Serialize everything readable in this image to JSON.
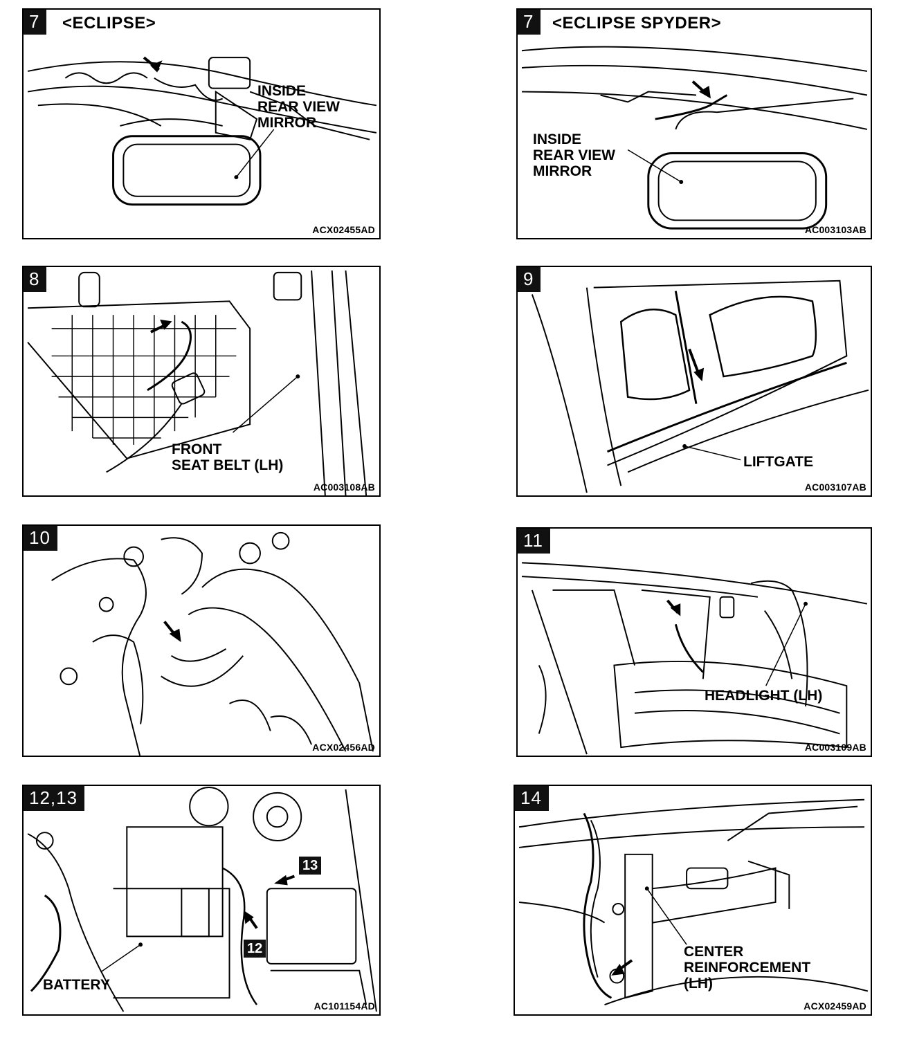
{
  "panels": [
    {
      "step": "7",
      "title": "<ECLIPSE>",
      "label": "INSIDE\nREAR VIEW\nMIRROR",
      "code": "ACX02455AD"
    },
    {
      "step": "7",
      "title": "<ECLIPSE SPYDER>",
      "label": "INSIDE\nREAR VIEW\nMIRROR",
      "code": "AC003103AB"
    },
    {
      "step": "8",
      "label": "FRONT\nSEAT BELT (LH)",
      "code": "AC003108AB"
    },
    {
      "step": "9",
      "label": "LIFTGATE",
      "code": "AC003107AB"
    },
    {
      "step": "10",
      "code": "ACX02456AD"
    },
    {
      "step": "11",
      "label": "HEADLIGHT (LH)",
      "code": "AC003109AB"
    },
    {
      "step": "12,13",
      "label": "BATTERY",
      "callouts": [
        "13",
        "12"
      ],
      "code": "AC101154AD"
    },
    {
      "step": "14",
      "label": "CENTER\nREINFORCEMENT\n(LH)",
      "code": "ACX02459AD"
    }
  ]
}
